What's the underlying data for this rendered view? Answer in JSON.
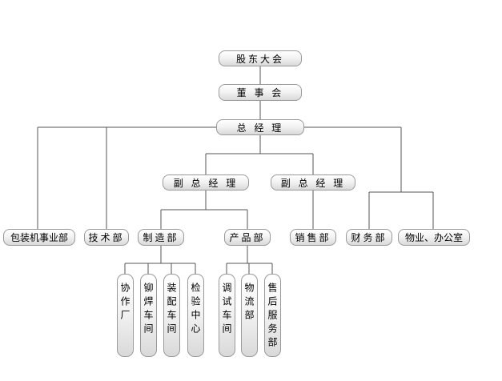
{
  "org_chart": {
    "nodes": {
      "shareholders": "股东大会",
      "board": "董 事 会",
      "gm": "总 经 理",
      "deputy_left": "副 总 经 理",
      "deputy_right": "副 总 经 理",
      "packaging": "包装机事业部",
      "tech": "技术部",
      "manufacturing": "制造部",
      "product": "产品部",
      "sales": "销售部",
      "finance": "财务部",
      "property": "物业、办公室",
      "coop_factory": "协作厂",
      "riveting": "铆焊车间",
      "assembly": "装配车间",
      "inspection": "检验中心",
      "debug": "调试车间",
      "logistics": "物流部",
      "after_sales": "售后服务部"
    }
  }
}
